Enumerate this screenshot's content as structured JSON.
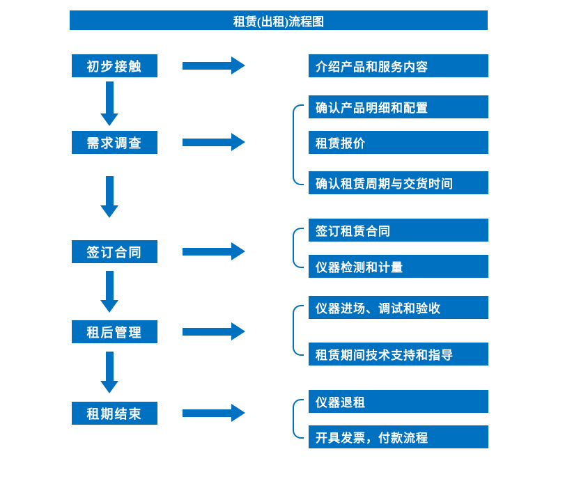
{
  "title": "租赁(出租)流程图",
  "colors": {
    "accent": "#0070C0",
    "text_on_accent": "#FFFFFF"
  },
  "stages": [
    {
      "label": "初步接触",
      "items": [
        "介绍产品和服务内容"
      ]
    },
    {
      "label": "需求调查",
      "items": [
        "确认产品明细和配置",
        "租赁报价",
        "确认租赁周期与交货时间"
      ]
    },
    {
      "label": "签订合同",
      "items": [
        "签订租赁合同",
        "仪器检测和计量"
      ]
    },
    {
      "label": "租后管理",
      "items": [
        "仪器进场、调试和验收",
        "租赁期间技术支持和指导"
      ]
    },
    {
      "label": "租期结束",
      "items": [
        "仪器退租",
        "开具发票，付款流程"
      ]
    }
  ]
}
